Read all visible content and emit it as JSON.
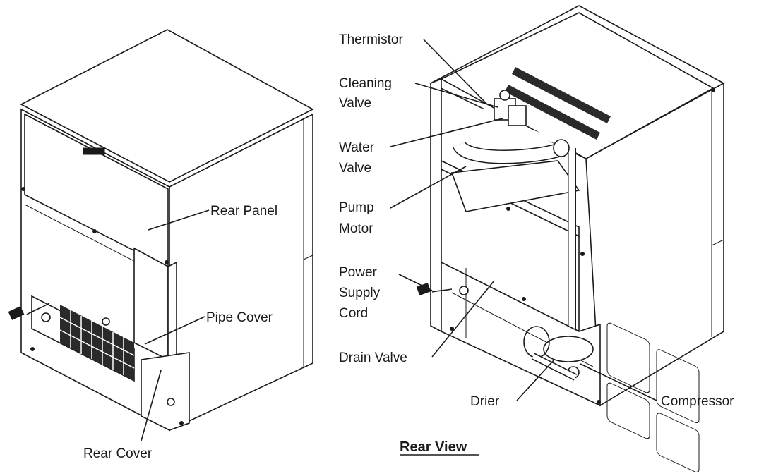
{
  "labels": {
    "rear_panel": "Rear Panel",
    "pipe_cover": "Pipe Cover",
    "rear_cover": "Rear Cover",
    "thermistor": "Thermistor",
    "cleaning_valve_1": "Cleaning",
    "cleaning_valve_2": "Valve",
    "water_valve_1": "Water",
    "water_valve_2": "Valve",
    "pump_motor_1": "Pump",
    "pump_motor_2": "Motor",
    "power_cord_1": "Power",
    "power_cord_2": "Supply",
    "power_cord_3": "Cord",
    "drain_valve": "Drain Valve",
    "drier": "Drier",
    "compressor": "Compressor",
    "view_title": "Rear View"
  }
}
